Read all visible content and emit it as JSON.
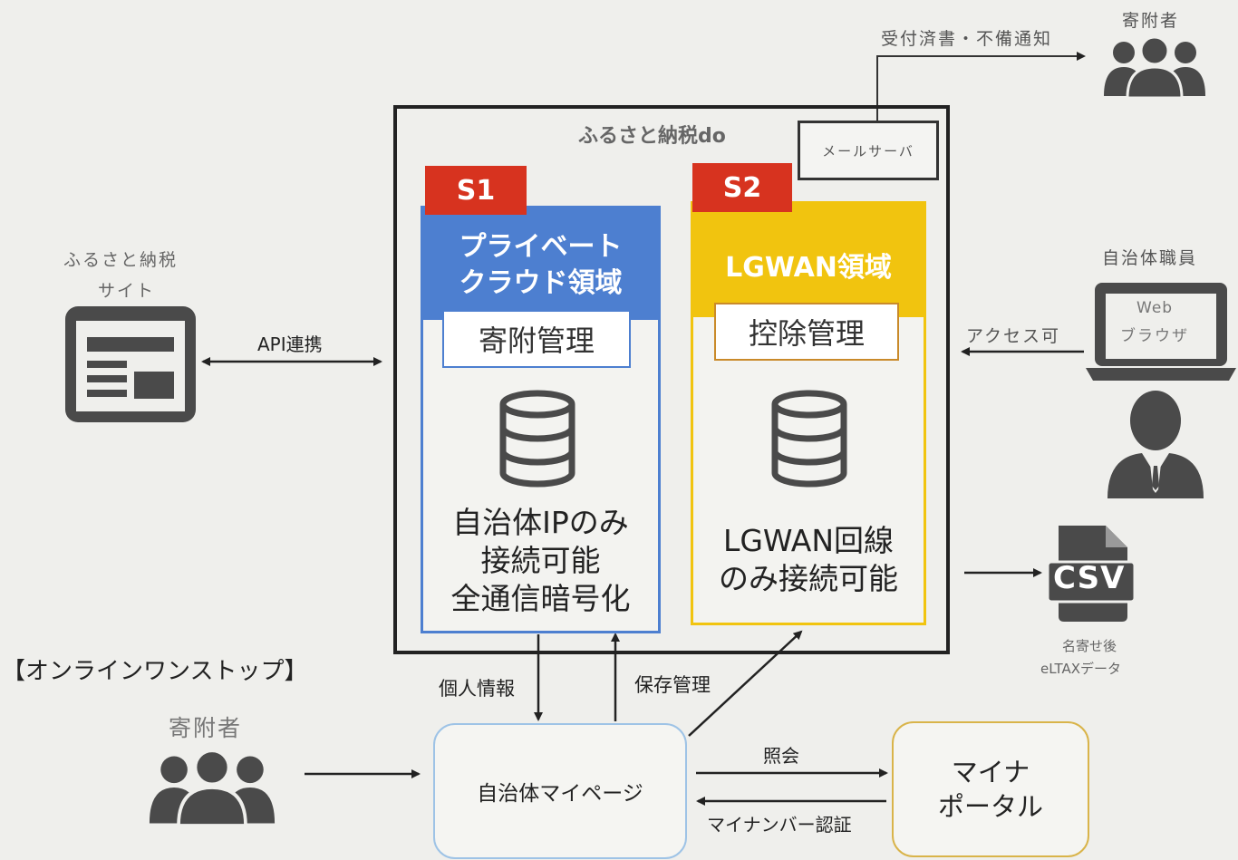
{
  "system": {
    "title": "ふるさと納税do",
    "mail_server": "メールサーバ"
  },
  "zones": [
    {
      "tag": "S1",
      "header_line1": "プライベート",
      "header_line2": "クラウド領域",
      "management": "寄附管理",
      "text_line1": "自治体IPのみ",
      "text_line2": "接続可能",
      "text_line3": "全通信暗号化",
      "color": "#4d7fd0"
    },
    {
      "tag": "S2",
      "header": "LGWAN領域",
      "management": "控除管理",
      "text_line1": "LGWAN回線",
      "text_line2": "のみ接続可能",
      "color": "#f1c40f"
    }
  ],
  "left": {
    "site_label_line1": "ふるさと納税",
    "site_label_line2": "サイト",
    "api_label": "API連携"
  },
  "top_right": {
    "notice_label": "受付済書・不備通知",
    "donor_label": "寄附者"
  },
  "right": {
    "staff_label": "自治体職員",
    "browser_line1": "Web",
    "browser_line2": "ブラウザ",
    "access_label": "アクセス可",
    "csv_icon_text": "CSV",
    "csv_label_line1": "名寄せ後",
    "csv_label_line2": "eLTAXデータ"
  },
  "bottom": {
    "section_title": "【オンラインワンストップ】",
    "donor_label": "寄附者",
    "personal_info": "個人情報",
    "storage": "保存管理",
    "mypage": "自治体マイページ",
    "inquiry": "照会",
    "mynumber_auth": "マイナンバー認証",
    "portal_line1": "マイナ",
    "portal_line2": "ポータル"
  },
  "colors": {
    "s_tag": "#d7331f",
    "s1_blue": "#4d7fd0",
    "s2_yellow": "#f1c40f",
    "icon_gray": "#4a4a4a",
    "mypage_border": "#9ec3e6",
    "portal_border": "#d9b44a"
  }
}
